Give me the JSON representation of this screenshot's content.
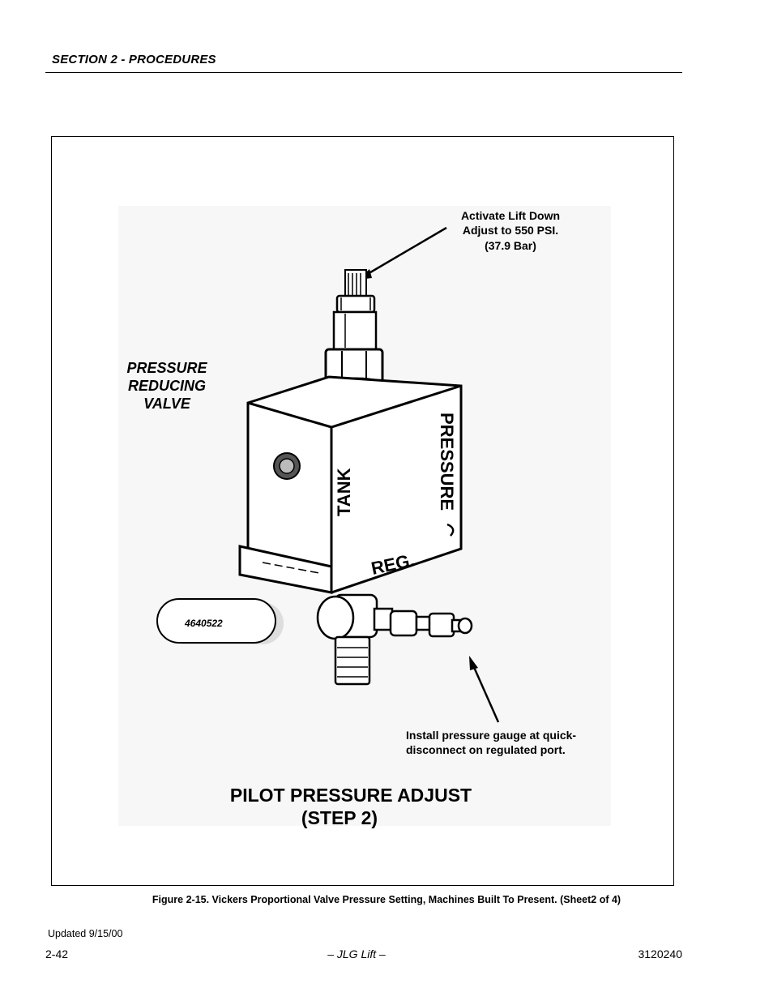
{
  "header": {
    "section_title": "SECTION 2 - PROCEDURES"
  },
  "figure": {
    "callout_top": [
      "Activate Lift Down",
      "Adjust to 550 PSI.",
      "(37.9 Bar)"
    ],
    "callout_bottom": [
      "Install pressure gauge at  quick-",
      "disconnect on regulated port."
    ],
    "valve_label": [
      "PRESSURE",
      "REDUCING",
      "VALVE"
    ],
    "port_tank": "TANK",
    "port_pressure": "PRESSURE",
    "port_reg": "REG.",
    "part_number": "4640522",
    "diagram_title": [
      "PILOT PRESSURE ADJUST",
      "(STEP 2)"
    ]
  },
  "caption": "Figure 2-15.  Vickers Proportional Valve Pressure Setting, Machines Built To Present. (Sheet2 of 4)",
  "footer": {
    "updated": "Updated 9/15/00",
    "page_number": "2-42",
    "center": "– JLG Lift –",
    "doc_number": "3120240"
  }
}
